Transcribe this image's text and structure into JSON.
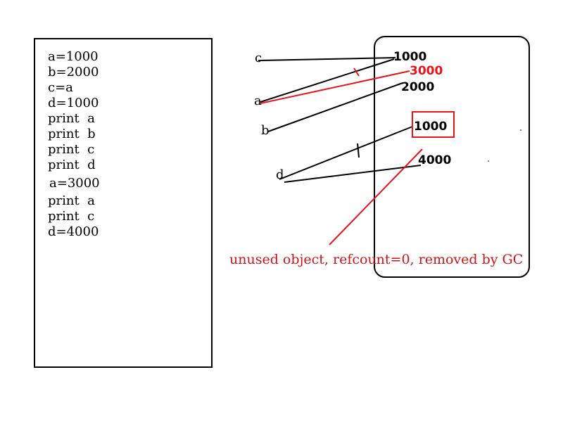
{
  "code": {
    "lines": [
      "a=1000",
      "b=2000",
      "c=a",
      "d=1000",
      "print  a",
      "print  b",
      "print  c",
      "print  d",
      "a=3000",
      "print  a",
      "print  c",
      "d=4000"
    ]
  },
  "variables": {
    "c": "c",
    "a": "a",
    "b": "b",
    "d": "d"
  },
  "objects": {
    "obj_1000_top": "1000",
    "obj_3000": "3000",
    "obj_2000": "2000",
    "obj_1000_gc": "1000",
    "obj_4000": "4000"
  },
  "annotation": {
    "gc_note": "unused  object,  refcount=0,  removed  by  GC"
  },
  "colors": {
    "ink": "#000000",
    "highlight": "#e8141a"
  }
}
